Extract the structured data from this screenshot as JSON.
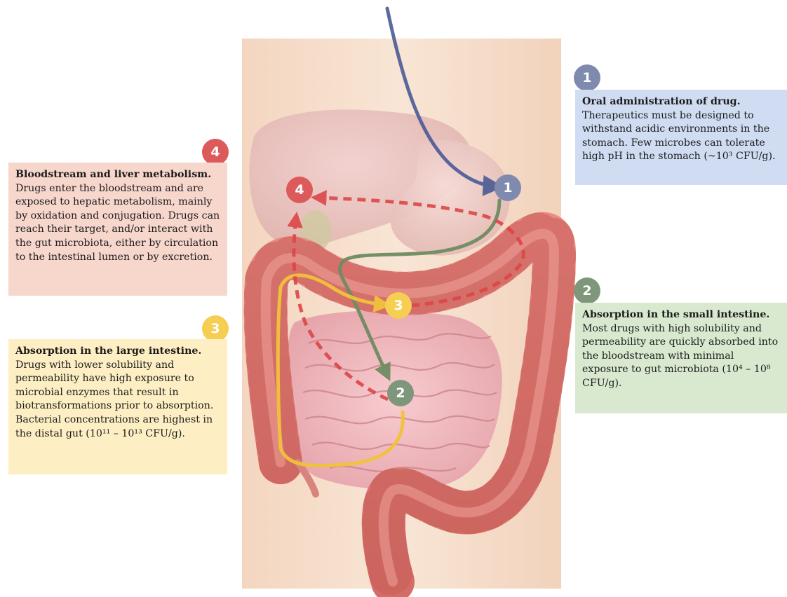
{
  "colors": {
    "stage_1": "#7f8aae",
    "stage_2": "#7e977a",
    "stage_3": "#f6cf52",
    "stage_4": "#dd5a5a",
    "box_1": "#cfdcf1",
    "box_2": "#d9e9cf",
    "box_3": "#fdefc3",
    "box_4": "#f7d6cc",
    "arrow_oral": "#4a5b95",
    "arrow_green": "#6f8c62",
    "arrow_yellow": "#f2c23c",
    "arrow_red_dashed": "#dc4646"
  },
  "stages": {
    "s1": {
      "number": "1",
      "title": "Oral administration of drug.",
      "body": "Therapeutics must be designed to withstand acidic environments in the stomach. Few microbes can tolerate high pH in the stomach (~10³ CFU/g)."
    },
    "s2": {
      "number": "2",
      "title": "Absorption in the small intestine.",
      "body": "Most drugs with high solubility and permeability are quickly absorbed into the bloodstream with minimal exposure to gut microbiota (10⁴ – 10⁸ CFU/g)."
    },
    "s3": {
      "number": "3",
      "title": "Absorption in the large intestine.",
      "body": "Drugs with lower solubility and permeability have high exposure to microbial enzymes that result in biotransformations prior to absorption. Bacterial concentrations are highest in the distal gut (10¹¹ – 10¹³ CFU/g)."
    },
    "s4": {
      "number": "4",
      "title": "Bloodstream and liver metabolism.",
      "body": "Drugs enter the bloodstream and are exposed to hepatic metabolism, mainly by oxidation and conjugation. Drugs can reach their target, and/or interact with the gut microbiota, either by circulation to the intestinal lumen or by excretion."
    }
  }
}
